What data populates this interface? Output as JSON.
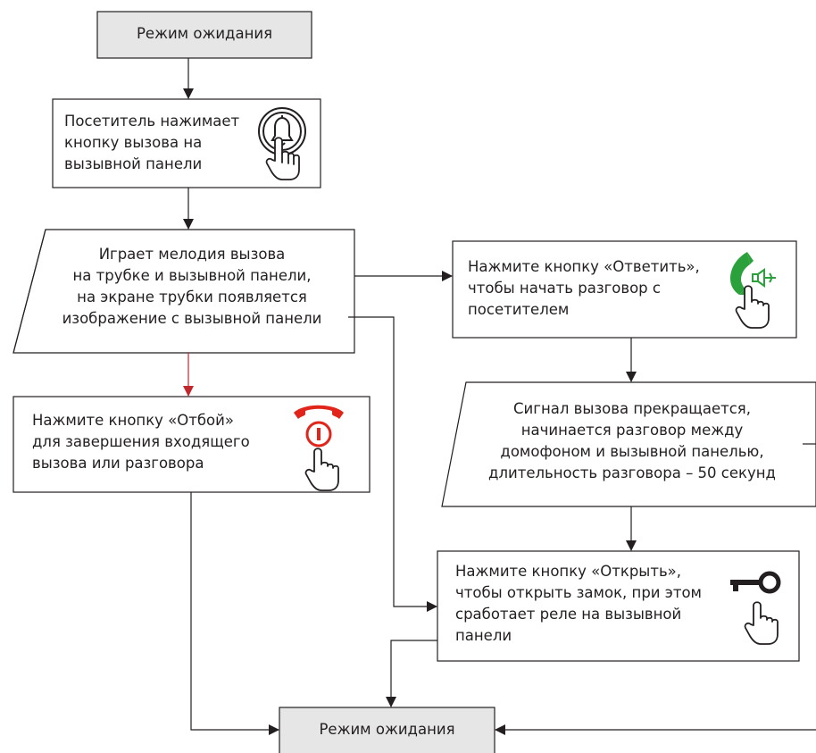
{
  "flowchart": {
    "start": {
      "label": "Режим ожидания"
    },
    "visitor_call": {
      "lines": [
        "Посетитель нажимает",
        "кнопку вызова на",
        "вызывной панели"
      ]
    },
    "ringing": {
      "lines": [
        "Играет мелодия вызова",
        "на трубке и вызывной панели,",
        "на экране трубки появляется",
        "изображение с вызывной панели"
      ]
    },
    "answer": {
      "lines": [
        "Нажмите кнопку «Ответить»,",
        "чтобы начать разговор с",
        "посетителем"
      ]
    },
    "reject": {
      "lines": [
        "Нажмите кнопку «Отбой»",
        "для завершения входящего",
        "вызова или разговора"
      ]
    },
    "conversation": {
      "lines": [
        "Сигнал вызова прекращается,",
        "начинается разговор между",
        "домофоном и вызывной панелью,",
        "длительность разговора – 50 секунд"
      ]
    },
    "open": {
      "lines": [
        "Нажмите кнопку «Открыть»,",
        "чтобы открыть замок, при этом",
        "сработает реле на вызывной",
        "панели"
      ]
    },
    "end": {
      "label": "Режим ожидания"
    }
  },
  "icons": [
    "bell-button-icon",
    "hand-pointer-icon",
    "answer-phone-icon",
    "speaker-icon",
    "hangup-phone-icon",
    "power-button-icon",
    "key-icon"
  ],
  "colors": {
    "line": "#231f20",
    "reject_arrow": "#c0282d",
    "answer_icon": "#2aa13a",
    "reject_icon": "#e1251b",
    "terminal_fill": "#e6e6e6"
  }
}
